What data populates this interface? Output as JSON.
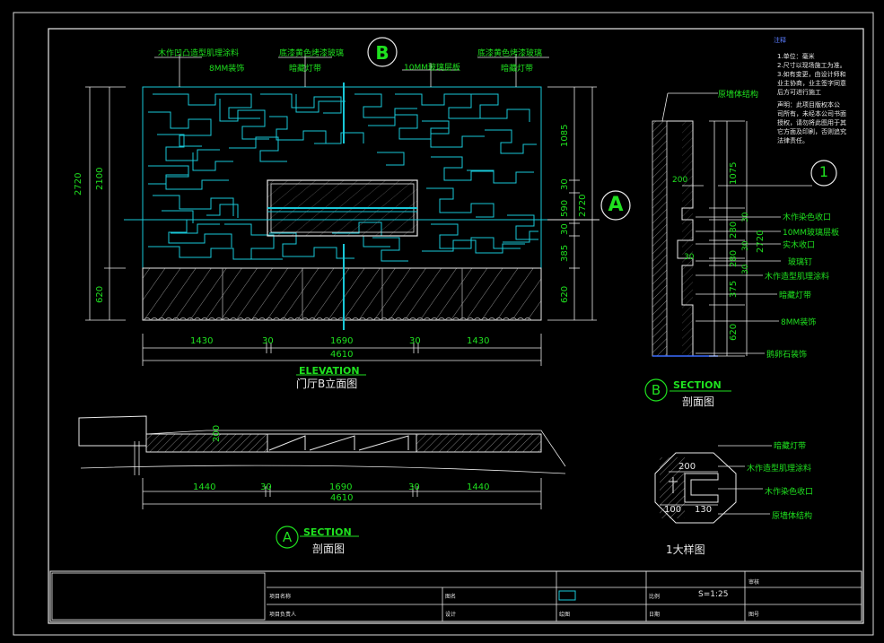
{
  "elevation": {
    "marker_b": "B",
    "marker_a": "A",
    "callouts": [
      {
        "text": "木作凹凸造型肌理涂料"
      },
      {
        "text": "8MM装饰"
      },
      {
        "text": "底漆黄色烤漆玻璃"
      },
      {
        "text": "暗藏灯带"
      },
      {
        "text": "10MM玻璃层板"
      },
      {
        "text": "底漆黄色烤漆玻璃"
      },
      {
        "text": "暗藏灯带"
      }
    ],
    "dims_left": {
      "total": "2720",
      "upper": "2100",
      "lower": "620"
    },
    "dims_right": [
      "1085",
      "30",
      "590",
      "30",
      "385",
      "620"
    ],
    "dims_right_total": "2720",
    "dims_bottom": [
      "1430",
      "30",
      "1690",
      "30",
      "1430"
    ],
    "dims_bottom_total": "4610",
    "title_en": "ELEVATION",
    "title_cn": "门厅B立面图"
  },
  "section_a": {
    "dims": [
      "1440",
      "30",
      "1690",
      "30",
      "1440"
    ],
    "dims_total": "4610",
    "depth": "200",
    "marker": "A",
    "title_en": "SECTION",
    "title_cn": "剖面图"
  },
  "section_b": {
    "top_label": "原墙体结构",
    "dims": [
      "1075",
      "30",
      "280",
      "30",
      "280",
      "30",
      "375",
      "620"
    ],
    "total": "2720",
    "depth": "200",
    "small_30": "30",
    "callouts": [
      {
        "text": "木作染色收口"
      },
      {
        "text": "10MM玻璃层板"
      },
      {
        "text": "实木收口"
      },
      {
        "text": "玻璃钉"
      },
      {
        "text": "木作造型肌理涂料"
      },
      {
        "text": "暗藏灯带"
      },
      {
        "text": "8MM装饰"
      },
      {
        "text": "鹅卵石装饰"
      }
    ],
    "marker": "B",
    "title_en": "SECTION",
    "title_cn": "剖面图"
  },
  "detail": {
    "marker": "1",
    "callouts": [
      {
        "text": "暗藏灯带"
      },
      {
        "text": "木作造型肌理涂料"
      },
      {
        "text": "木作染色收口"
      },
      {
        "text": "原墙体结构"
      }
    ],
    "dim_top": "200",
    "dim_bottom_a": "100",
    "dim_bottom_b": "130",
    "title": "1大样图"
  },
  "notes": {
    "heading": "注释",
    "lines": [
      "1.单位：毫米",
      "2.尺寸以现场施工为准。",
      "3.如有变更，由设计师和",
      "业主协商，业主签字同意",
      "后方可进行施工",
      "声明：此项目版权本公",
      "司所有，未经本公司书面",
      "授权，请勿将此图用于其",
      "它方面及印刷，否则追究",
      "法律责任。"
    ]
  },
  "title_block": {
    "cells": [
      {
        "label": "项目名称"
      },
      {
        "label": "项目负责人"
      },
      {
        "label": "图名"
      },
      {
        "label": "设计"
      },
      {
        "label": "绘图"
      },
      {
        "label": "日期"
      },
      {
        "label": "比例"
      },
      {
        "label": "审核"
      },
      {
        "label": "图号"
      }
    ],
    "scale": "S=1:25"
  }
}
